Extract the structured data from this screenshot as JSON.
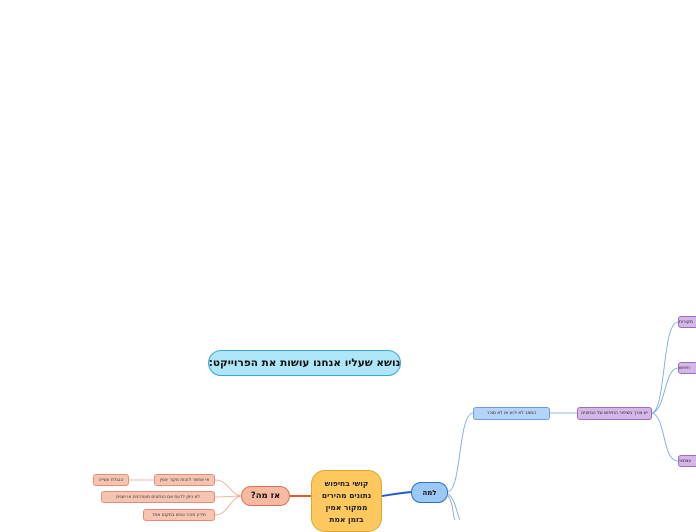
{
  "map": {
    "title": "נושא שעליו אנחנו עושות את הפרוייקט:",
    "central_lines": [
      "קושי בחיפוש",
      "נתונים מהירים",
      "ממקור אמין",
      "בזמן אמת"
    ],
    "why_label": "למה",
    "so_what_label": "אז מה?",
    "why_branch": {
      "label": "המצב לא ידוע או לא מוכר",
      "child": {
        "label": "יש צורך בשיפור החיפוש של הנתונים",
        "leaves": [
          "מקורות",
          "חיפוש",
          "עצמאי"
        ]
      }
    },
    "so_what_branch": {
      "items": [
        {
          "label": "אי אפשר לזהות מקור אמין",
          "child": "הגבלת עשייה"
        },
        {
          "label": "לא ניתן לדעת אם הנתונים מעודכנים או ישנים"
        },
        {
          "label": "מידע מהיר ונגיש במקום אחד"
        }
      ]
    }
  },
  "colors": {
    "title_fill": "#aee6f7",
    "central_fill": "#ffc85e",
    "why_fill": "#9cc8f8",
    "so_what_fill": "#f7b9a0",
    "purple_fill": "#d4b6e8",
    "blue_line": "#2a6fd1",
    "orange_line": "#e8582a"
  }
}
